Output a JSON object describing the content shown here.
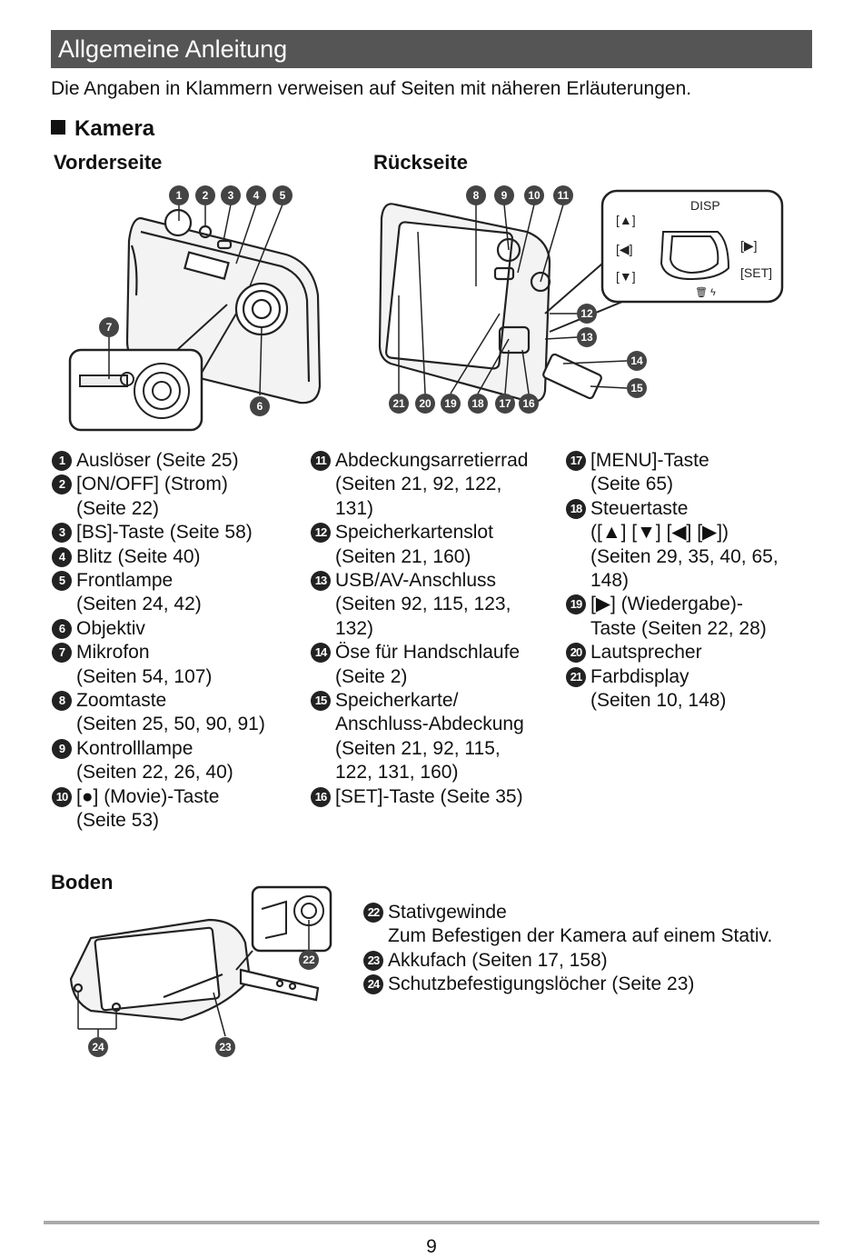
{
  "header": {
    "title": "Allgemeine Anleitung"
  },
  "intro": "Die Angaben in Klammern verweisen auf Seiten mit näheren Erläuterungen.",
  "section_title": "Kamera",
  "front_title": "Vorderseite",
  "back_title": "Rückseite",
  "bottom_title": "Boden",
  "back_inset": {
    "disp": "DISP",
    "up": "[▲]",
    "left": "[◀]",
    "down": "[▼]",
    "right": "[▶]",
    "set": "[SET]",
    "trash": "🗑 ϟ"
  },
  "items_col1": [
    {
      "num": "1",
      "text": "Auslöser (Seite 25)"
    },
    {
      "num": "2",
      "text": "[ON/OFF] (Strom)\n(Seite 22)"
    },
    {
      "num": "3",
      "text": "[BS]-Taste (Seite 58)"
    },
    {
      "num": "4",
      "text": "Blitz (Seite 40)"
    },
    {
      "num": "5",
      "text": "Frontlampe\n(Seiten 24, 42)"
    },
    {
      "num": "6",
      "text": "Objektiv"
    },
    {
      "num": "7",
      "text": "Mikrofon\n(Seiten 54, 107)"
    },
    {
      "num": "8",
      "text": "Zoomtaste\n(Seiten 25, 50, 90, 91)"
    },
    {
      "num": "9",
      "text": "Kontrolllampe\n(Seiten 22, 26, 40)"
    },
    {
      "num": "10",
      "text": "[●] (Movie)-Taste\n(Seite 53)"
    }
  ],
  "items_col2": [
    {
      "num": "11",
      "text": "Abdeckungsarretierrad\n(Seiten 21, 92, 122,\n131)"
    },
    {
      "num": "12",
      "text": "Speicherkartenslot\n(Seiten 21, 160)"
    },
    {
      "num": "13",
      "text": "USB/AV-Anschluss\n(Seiten 92, 115, 123,\n132)"
    },
    {
      "num": "14",
      "text": "Öse für Handschlaufe\n(Seite 2)"
    },
    {
      "num": "15",
      "text": "Speicherkarte/\nAnschluss-Abdeckung\n(Seiten 21, 92, 115,\n122, 131, 160)"
    },
    {
      "num": "16",
      "text": "[SET]-Taste (Seite 35)"
    }
  ],
  "items_col3": [
    {
      "num": "17",
      "text": "[MENU]-Taste\n(Seite 65)"
    },
    {
      "num": "18",
      "text": "Steuertaste\n([▲] [▼] [◀] [▶])\n(Seiten 29, 35, 40, 65,\n148)"
    },
    {
      "num": "19",
      "text": "[▶] (Wiedergabe)-\nTaste (Seiten 22, 28)"
    },
    {
      "num": "20",
      "text": "Lautsprecher"
    },
    {
      "num": "21",
      "text": "Farbdisplay\n(Seiten 10, 148)"
    }
  ],
  "items_bottom": [
    {
      "num": "22",
      "text": "Stativgewinde\nZum Befestigen der Kamera auf einem Stativ."
    },
    {
      "num": "23",
      "text": "Akkufach (Seiten 17, 158)"
    },
    {
      "num": "24",
      "text": "Schutzbefestigungslöcher (Seite 23)"
    }
  ],
  "page_number": "9"
}
